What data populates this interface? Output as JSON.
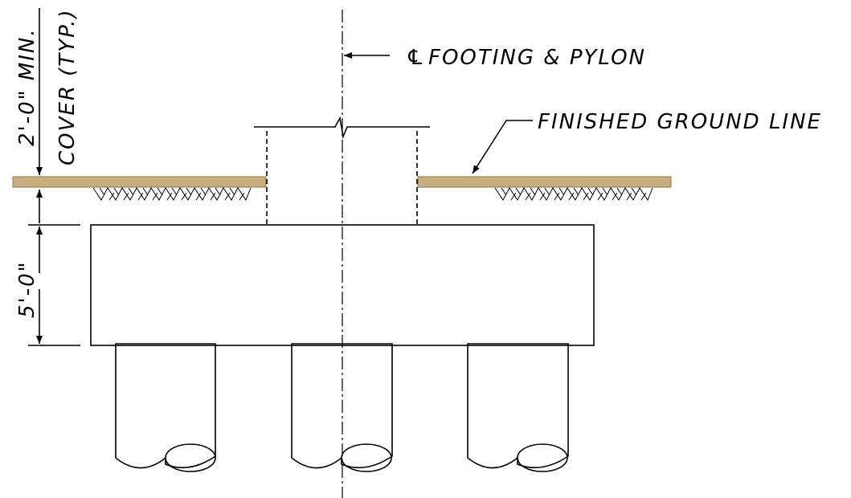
{
  "labels": {
    "centerline": "FOOTING & PYLON",
    "centerline_symbol": "℄",
    "ground_line": "FINISHED GROUND LINE",
    "cover_line1": "2'-0\" MIN.",
    "cover_line2": "COVER (TYP.)",
    "footing_depth": "5'-0\""
  },
  "colors": {
    "ground": "#C8AD7F",
    "ground_edge": "#8A7350",
    "concrete": "#D4D4D4",
    "pile_cap": "#A6A6A6",
    "line": "#000000"
  }
}
